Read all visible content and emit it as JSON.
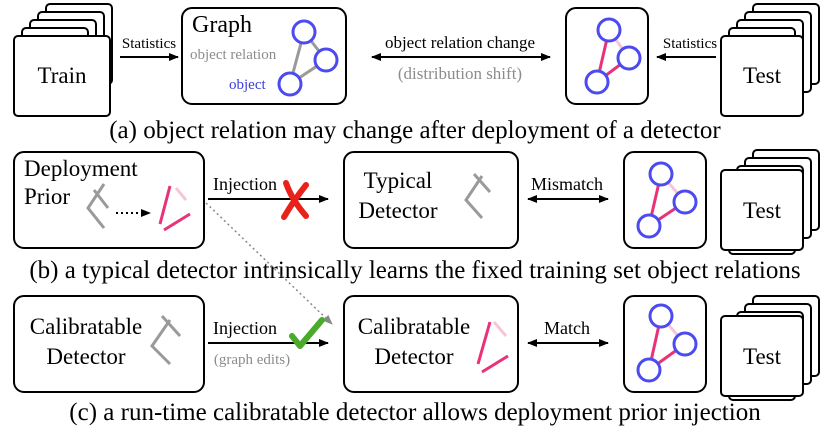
{
  "panel_a": {
    "train_label": "Train",
    "statistics_left": "Statistics",
    "graph_title": "Graph",
    "object_relation_label": "object relation",
    "object_label": "object",
    "change_label": "object relation change",
    "shift_label": "(distribution shift)",
    "statistics_right": "Statistics",
    "test_label": "Test",
    "caption": "(a) object relation may change after deployment of a detector"
  },
  "panel_b": {
    "prior_line1": "Deployment",
    "prior_line2": "Prior",
    "injection_label": "Injection",
    "detector_line1": "Typical",
    "detector_line2": "Detector",
    "mismatch_label": "Mismatch",
    "test_label": "Test",
    "caption": "(b) a typical detector intrinsically learns the fixed training set object relations"
  },
  "panel_c": {
    "source_line1": "Calibratable",
    "source_line2": "Detector",
    "injection_label": "Injection",
    "graph_edits_label": "(graph edits)",
    "detector_line1": "Calibratable",
    "detector_line2": "Detector",
    "match_label": "Match",
    "test_label": "Test",
    "caption": "(c) a run-time calibratable detector allows deployment prior injection"
  },
  "colors": {
    "node_blue": "#4b4bf0",
    "edge_pink": "#e8337a",
    "edge_light_pink": "#f6c6d8",
    "edge_gray": "#9a9a9a",
    "cross_red": "#e8221a",
    "check_green": "#4aaa2a"
  }
}
